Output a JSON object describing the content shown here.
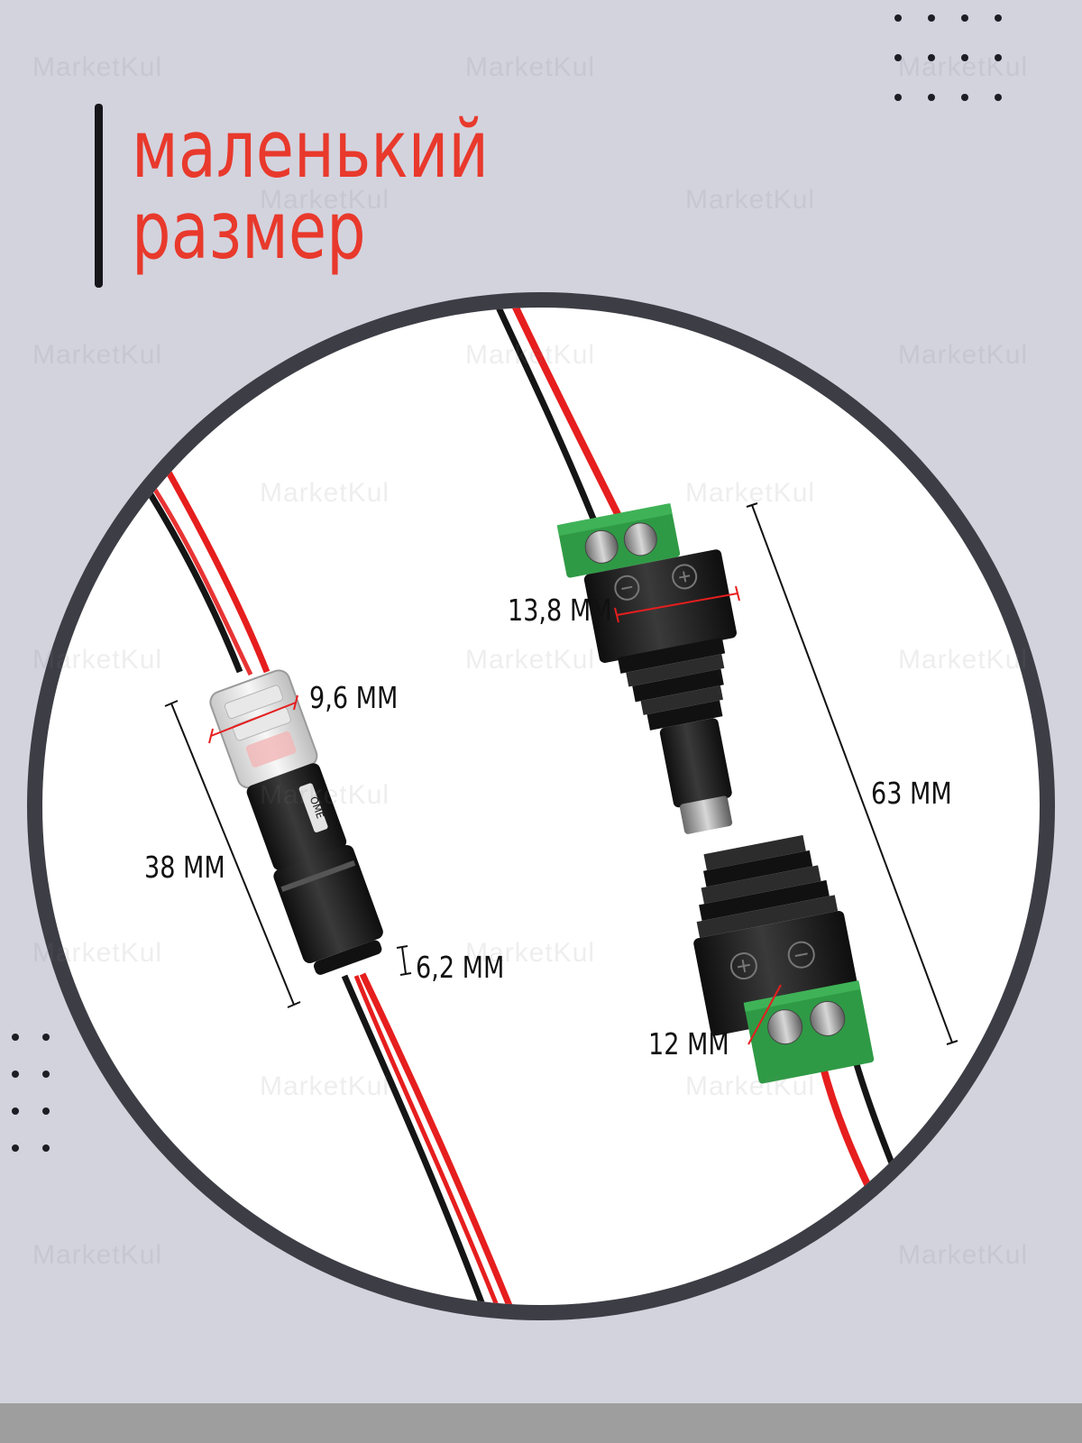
{
  "title": {
    "line1": "маленький",
    "line2": "размер"
  },
  "watermark": "MarketKul",
  "dimensions": {
    "small_width": "9,6 ММ",
    "small_length": "38 ММ",
    "small_thickness": "6,2 ММ",
    "dc_width": "13,8 ММ",
    "dc_length": "63 ММ",
    "dc_height": "12 ММ"
  },
  "connector_print": "OME",
  "colors": {
    "background": "#d3d3de",
    "ring": "#3d3d45",
    "title": "#e8392c",
    "wire_red": "#e61e1e",
    "wire_black": "#151515",
    "terminal_green": "#2f9a45",
    "plug_black": "#1c1c1c"
  }
}
